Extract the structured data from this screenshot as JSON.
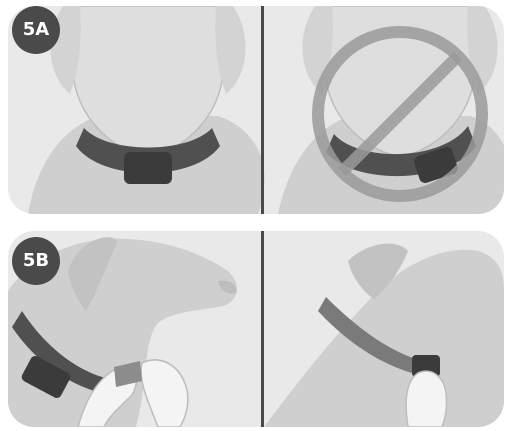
{
  "panels": {
    "a": {
      "label": "5A"
    },
    "b": {
      "label": "5B"
    }
  },
  "colors": {
    "background": "#e9e9e9",
    "dog_body": "#c9c9c9",
    "dog_head": "#d6d6d6",
    "collar": "#4f4f4f",
    "receiver": "#3c3c3c",
    "prohibited_ring": "#9a9a9a",
    "hand": "#f4f4f4",
    "divider": "#4a4a4a",
    "badge": "#4a4a4a"
  },
  "icons": [
    "dog-front-collar-illustration",
    "prohibited-sign-icon",
    "dog-side-collar-illustration",
    "hands-adjusting-collar-illustration"
  ]
}
